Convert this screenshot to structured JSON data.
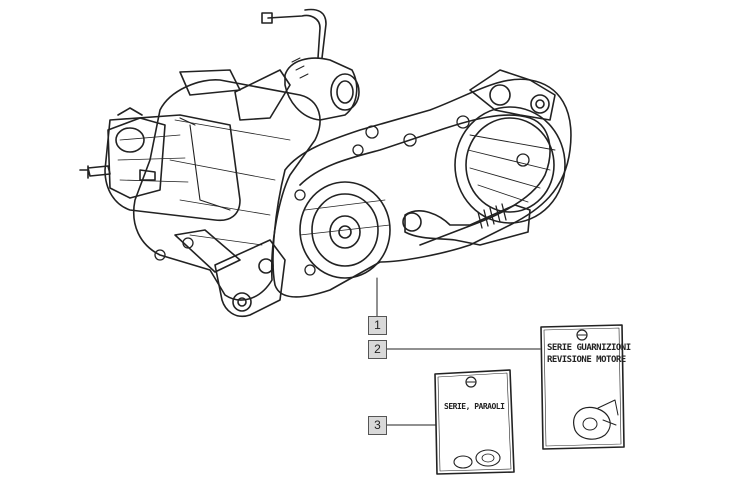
{
  "callouts": [
    {
      "number": "1"
    },
    {
      "number": "2"
    },
    {
      "number": "3"
    }
  ],
  "kits": {
    "gasket_kit": {
      "line1": "SERIE GUARNIZIONI",
      "line2": "REVISIONE MOTORE"
    },
    "oil_seal_kit": {
      "line1": "SERIE, PARAOLI"
    }
  },
  "colors": {
    "ink": "#222222",
    "callout_fill": "#d9d9d9",
    "background": "#ffffff"
  }
}
